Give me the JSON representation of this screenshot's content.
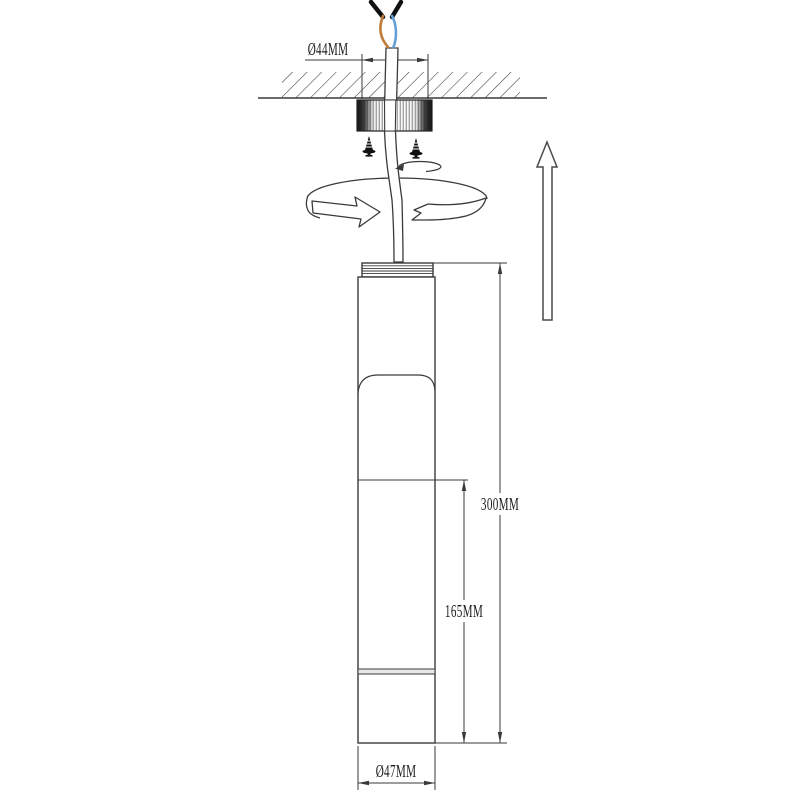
{
  "diagram": {
    "labels": {
      "canopy_diameter": "Ø44MM",
      "total_height": "300MM",
      "lower_height": "165MM",
      "body_diameter": "Ø47MM"
    },
    "colors": {
      "line": "#3a3a3a",
      "wire_live": "#bf7b3a",
      "wire_neutral": "#64a0d8"
    }
  }
}
